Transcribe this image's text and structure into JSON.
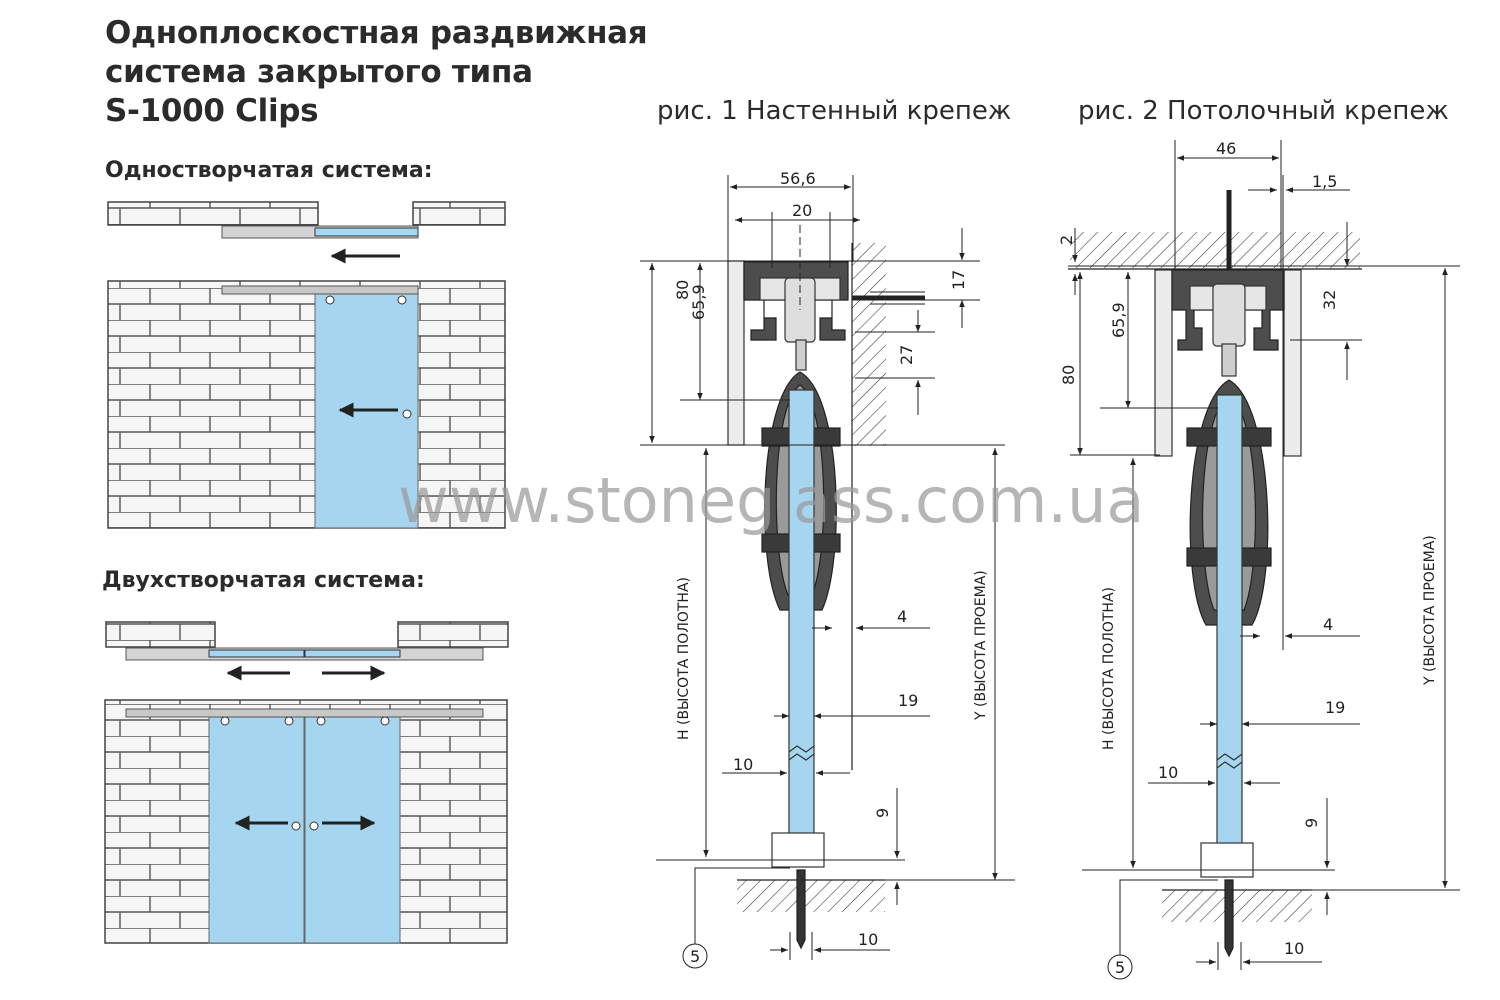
{
  "title": {
    "line1": "Одноплоскостная раздвижная",
    "line2": "система закрытого типа",
    "line3": "S-1000 Clips"
  },
  "single_system": {
    "label": "Одностворчатая система:"
  },
  "double_system": {
    "label": "Двухстворчатая система:"
  },
  "fig1": {
    "caption": "рис. 1 Настенный крепеж",
    "dims": {
      "width_top": "56,6",
      "inner_width": "20",
      "h80": "80",
      "h659": "65,9",
      "d17": "17",
      "d27": "27",
      "d4": "4",
      "d19": "19",
      "d10": "10",
      "d9": "9",
      "d10b": "10",
      "callout": "5",
      "h_label": "Н (ВЫСОТА ПОЛОТНА)",
      "y_label": "Y (ВЫСОТА ПРОЕМА)"
    }
  },
  "fig2": {
    "caption": "рис. 2  Потолочный крепеж",
    "dims": {
      "width_top": "46",
      "d15": "1,5",
      "d2": "2",
      "h659": "65,9",
      "h80": "80",
      "d32": "32",
      "d4": "4",
      "d19": "19",
      "d10": "10",
      "d9": "9",
      "d10b": "10",
      "callout": "5",
      "h_label": "Н (ВЫСОТА ПОЛОТНА)",
      "y_label": "Y (ВЫСОТА ПРОЕМА)"
    }
  },
  "watermark": "www.stoneglass.com.ua",
  "colors": {
    "glass": "#a6d5f0",
    "profile": "#4d4d4d",
    "rail": "#c8c8c8",
    "brick": "#f4f4f4",
    "line": "#222222"
  }
}
